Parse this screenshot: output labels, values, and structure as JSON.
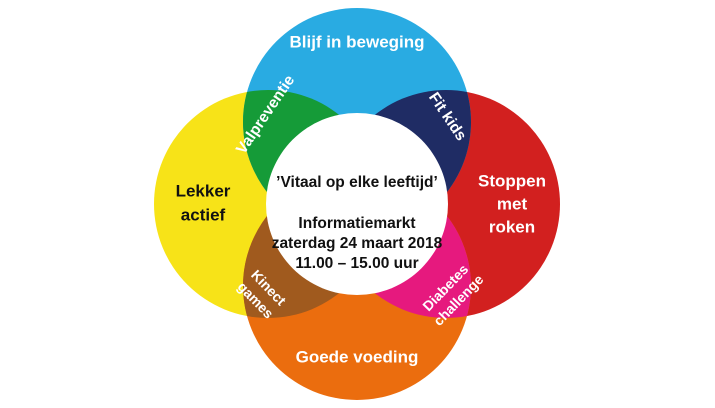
{
  "figure": {
    "type": "venn-flower-diagram",
    "background_color": "#ffffff",
    "center_circle_color": "#ffffff"
  },
  "center": {
    "title": "’Vitaal op elke leeftijd’",
    "line1": "Informatiemarkt",
    "line2": "zaterdag 24 maart 2018",
    "line3": "11.00 – 15.00 uur",
    "text_color": "#111111"
  },
  "petals": [
    {
      "id": "blijf-in-beweging",
      "label": "Blijf in beweging",
      "color": "#29ABE2",
      "text_color": "#ffffff",
      "position": "top"
    },
    {
      "id": "stoppen-met-roken",
      "label": "Stoppen\nmet\nroken",
      "label_lines": [
        "Stoppen",
        "met",
        "roken"
      ],
      "color": "#D2201F",
      "text_color": "#ffffff",
      "position": "right"
    },
    {
      "id": "goede-voeding",
      "label": "Goede voeding",
      "color": "#EB6D0E",
      "text_color": "#ffffff",
      "position": "bottom"
    },
    {
      "id": "lekker-actief",
      "label": "Lekker\nactief",
      "label_lines": [
        "Lekker",
        "actief"
      ],
      "color": "#F7E318",
      "text_color": "#111111",
      "position": "left"
    }
  ],
  "overlaps": [
    {
      "id": "valpreventie",
      "label": "Valpreventie",
      "color": "#159B38",
      "text_color": "#ffffff",
      "position": "top-left"
    },
    {
      "id": "fit-kids",
      "label": "Fit kids",
      "color": "#1F2C64",
      "text_color": "#ffffff",
      "position": "top-right"
    },
    {
      "id": "diabetes-challenge",
      "label": "Diabetes\nchallenge",
      "label_lines": [
        "Diabetes",
        "challenge"
      ],
      "color": "#E6197E",
      "text_color": "#ffffff",
      "position": "bottom-right"
    },
    {
      "id": "kinect-games",
      "label": "Kinect\ngames",
      "label_lines": [
        "Kinect",
        "games"
      ],
      "color": "#A05A1E",
      "text_color": "#ffffff",
      "position": "bottom-left"
    }
  ]
}
